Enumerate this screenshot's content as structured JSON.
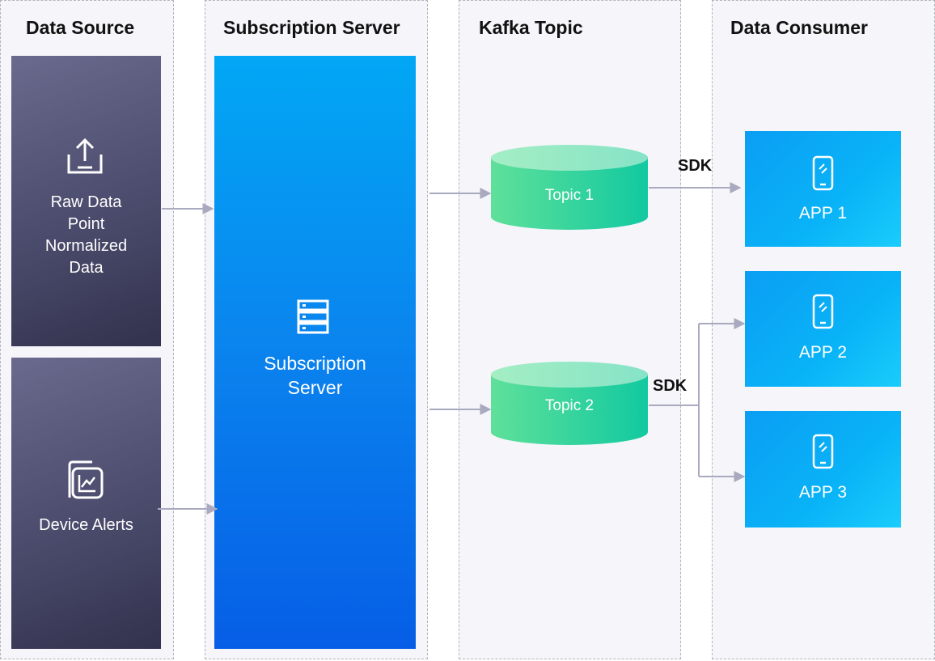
{
  "columns": {
    "data_source": "Data Source",
    "subscription_server": "Subscription Server",
    "kafka_topic": "Kafka Topic",
    "data_consumer": "Data Consumer"
  },
  "sources": {
    "raw": {
      "lines": [
        "Raw Data",
        "Point",
        "Normalized",
        "Data"
      ],
      "icon": "upload-icon"
    },
    "alerts": {
      "label": "Device Alerts",
      "icon": "chart-folder-icon"
    }
  },
  "server": {
    "lines": [
      "Subscription",
      "Server"
    ],
    "icon": "server-rack-icon"
  },
  "topics": [
    {
      "label": "Topic 1"
    },
    {
      "label": "Topic 2"
    }
  ],
  "sdk_labels": [
    "SDK",
    "SDK"
  ],
  "apps": [
    {
      "label": "APP 1",
      "icon": "mobile-phone-icon"
    },
    {
      "label": "APP 2",
      "icon": "mobile-phone-icon"
    },
    {
      "label": "APP 3",
      "icon": "mobile-phone-icon"
    }
  ],
  "colors": {
    "source_block": "#4e4e70",
    "server_block": "#0a83ee",
    "topic_cylinder": "#3fd49a",
    "app_box": "#09b3f7",
    "arrow": "#a9a9bf"
  }
}
